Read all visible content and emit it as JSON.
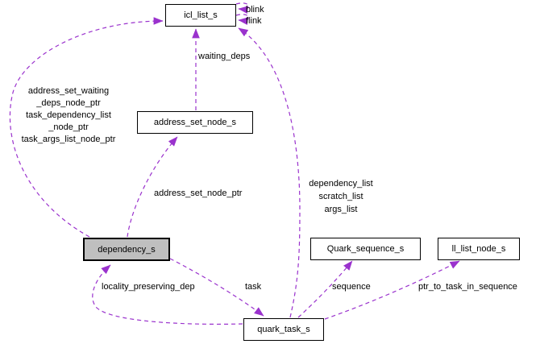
{
  "diagram_type": "collaboration-graph",
  "colors": {
    "background": "#ffffff",
    "edge": "#9a32cd",
    "node_fill": "#ffffff",
    "node_border": "#000000",
    "highlight_node_fill": "#bfbfbf",
    "text": "#000000"
  },
  "nodes": {
    "icl_list": {
      "label": "icl_list_s"
    },
    "address_set_node": {
      "label": "address_set_node_s"
    },
    "dependency": {
      "label": "dependency_s"
    },
    "quark_sequence": {
      "label": "Quark_sequence_s"
    },
    "ll_list_node": {
      "label": "ll_list_node_s"
    },
    "quark_task": {
      "label": "quark_task_s"
    }
  },
  "edge_labels": {
    "blink": "blink",
    "flink": "flink",
    "waiting_deps": "waiting_deps",
    "dependency_member_ptrs": "address_set_waiting\n_deps_node_ptr\ntask_dependency_list\n_node_ptr\ntask_args_list_node_ptr",
    "address_set_node_ptr": "address_set_node_ptr",
    "quark_task_lists": "dependency_list\nscratch_list\nargs_list",
    "locality_preserving_dep": "locality_preserving_dep",
    "task": "task",
    "sequence": "sequence",
    "ptr_to_task_in_sequence": "ptr_to_task_in_sequence"
  }
}
